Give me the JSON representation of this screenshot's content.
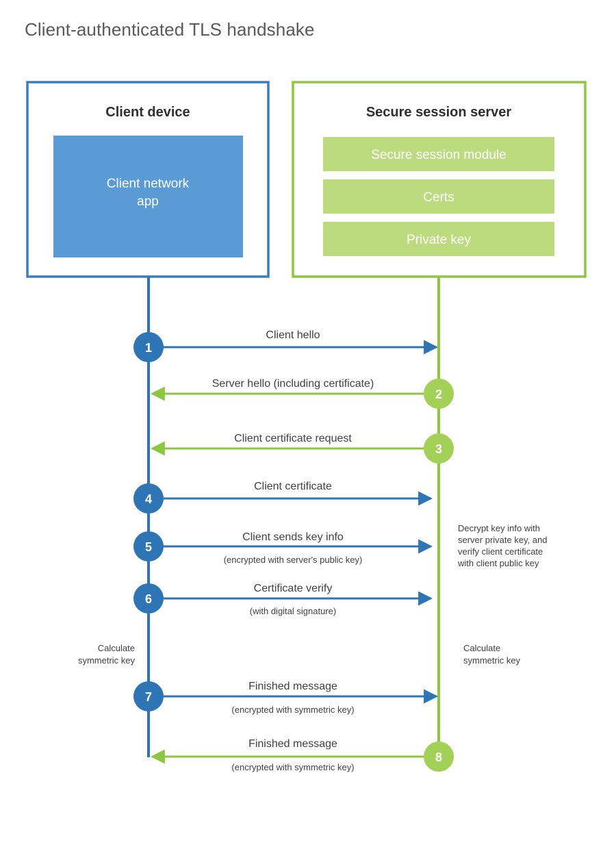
{
  "title": "Client-authenticated TLS handshake",
  "colors": {
    "client_border": "#3b7dc4",
    "client_fill": "#5b9bd5",
    "server_border": "#8fc640",
    "server_fill": "#bcdb7e",
    "text": "#404040",
    "title_text": "#595959",
    "background": "#ffffff"
  },
  "client": {
    "title": "Client device",
    "components": [
      {
        "label": "Client network app"
      }
    ]
  },
  "server": {
    "title": "Secure session server",
    "components": [
      {
        "label": "Secure session module"
      },
      {
        "label": "Certs"
      },
      {
        "label": "Private key"
      }
    ]
  },
  "steps": [
    {
      "number": "1",
      "label": "Client hello",
      "sub": "",
      "direction": "client-to-server",
      "color": "blue"
    },
    {
      "number": "2",
      "label": "Server hello (including certificate)",
      "sub": "",
      "direction": "server-to-client",
      "color": "green"
    },
    {
      "number": "3",
      "label": "Client certificate request",
      "sub": "",
      "direction": "server-to-client",
      "color": "green"
    },
    {
      "number": "4",
      "label": "Client certificate",
      "sub": "",
      "direction": "client-to-server",
      "color": "blue"
    },
    {
      "number": "5",
      "label": "Client sends key info",
      "sub": "(encrypted with server's public key)",
      "direction": "client-to-server",
      "color": "blue"
    },
    {
      "number": "6",
      "label": "Certificate verify",
      "sub": "(with digital signature)",
      "direction": "client-to-server",
      "color": "blue"
    },
    {
      "number": "7",
      "label": "Finished message",
      "sub": "(encrypted with symmetric key)",
      "direction": "client-to-server",
      "color": "blue"
    },
    {
      "number": "8",
      "label": "Finished message",
      "sub": "(encrypted with symmetric key)",
      "direction": "server-to-client",
      "color": "green"
    }
  ],
  "annotations": {
    "server_decrypt": {
      "lines": [
        "Decrypt key info with",
        "server private key, and",
        "verify client certificate",
        "with client public key"
      ]
    },
    "client_calculate": {
      "lines": [
        "Calculate",
        "symmetric key"
      ]
    },
    "server_calculate": {
      "lines": [
        "Calculate",
        "symmetric key"
      ]
    }
  }
}
